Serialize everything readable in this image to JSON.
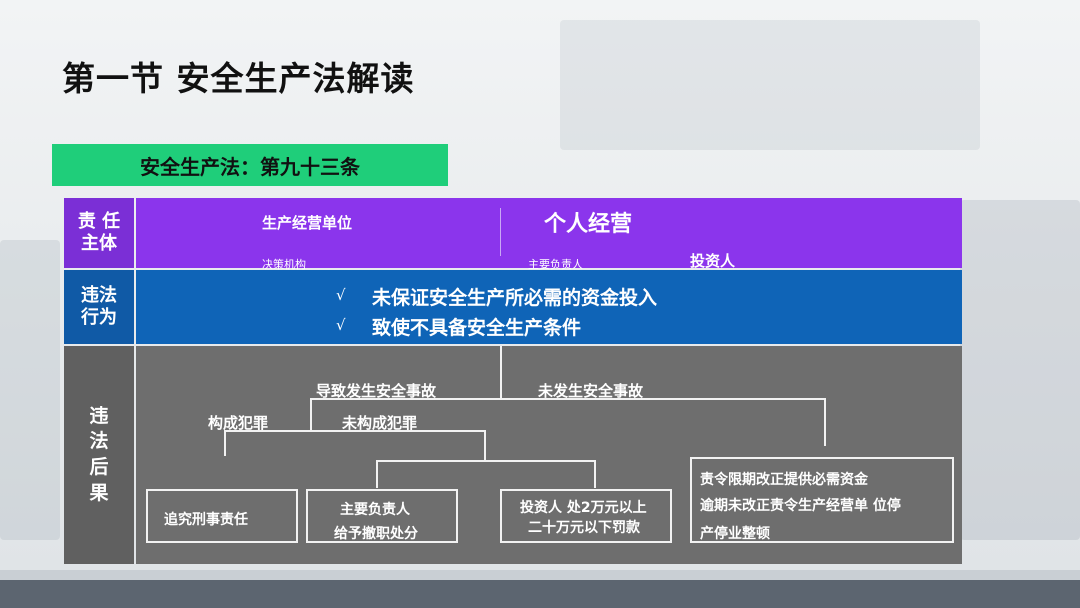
{
  "title": "第一节  安全生产法解读",
  "tag": "安全生产法：第九十三条",
  "rows": {
    "subject": {
      "label": "责 任\n主体",
      "unit": "生产经营单位",
      "decision": "决策机构",
      "personal": "个人经营",
      "principal": "主要负责人",
      "investor": "投资人"
    },
    "behavior": {
      "label": "违法\n行为",
      "check": "√",
      "line1": "未保证安全生产所必需的资金投入",
      "line2": "致使不具备安全生产条件"
    },
    "consequence": {
      "label": "违\n法\n后\n果",
      "accident": "导致发生安全事故",
      "no_accident": "未发生安全事故",
      "crime": "构成犯罪",
      "no_crime": "未构成犯罪",
      "box1": "追究刑事责任",
      "box2_l1": "主要负责人",
      "box2_l2": "给予撤职处分",
      "box3_l1": "投资人 处2万元以上",
      "box3_l2": "二十万元以下罚款",
      "box4_l1": "责令限期改正提供必需资金",
      "box4_l2": "逾期未改正责令生产经营单 位停",
      "box4_l3": "产停业整顿"
    }
  },
  "colors": {
    "purple": "#8b35ec",
    "blue": "#0f64b7",
    "grey": "#6e6e6e",
    "green": "#1fce7a"
  }
}
